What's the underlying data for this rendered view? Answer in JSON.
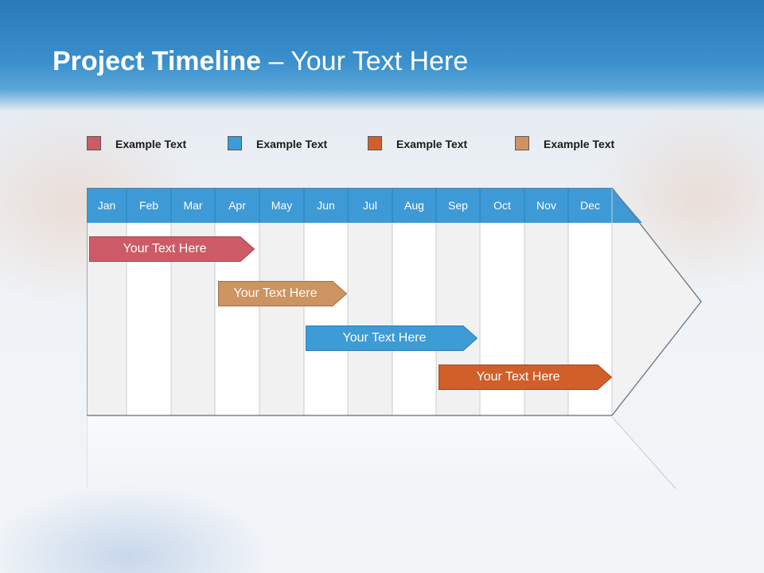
{
  "title": {
    "bold": "Project Timeline",
    "rest": " – Your Text Here"
  },
  "legend": [
    {
      "label": "Example Text",
      "color": "#cd5b66"
    },
    {
      "label": "Example Text",
      "color": "#3d9bd6"
    },
    {
      "label": "Example Text",
      "color": "#d05f2a"
    },
    {
      "label": "Example Text",
      "color": "#cd9360"
    }
  ],
  "months": [
    "Jan",
    "Feb",
    "Mar",
    "Apr",
    "May",
    "Jun",
    "Jul",
    "Aug",
    "Sep",
    "Oct",
    "Nov",
    "Dec"
  ],
  "colors": {
    "header_band": "#2f86c4",
    "month_bar": "#3e9ad6",
    "grid_shaded": "#f1f1f1",
    "grid_white": "#ffffff"
  },
  "tasks": [
    {
      "label": "Your  Text Here",
      "color": "#cd5b66",
      "border": "#a8454f"
    },
    {
      "label": "Your  Text Here",
      "color": "#cd9360",
      "border": "#a87048"
    },
    {
      "label": "Your  Text Here",
      "color": "#3d9bd6",
      "border": "#2b7db5"
    },
    {
      "label": "Your  Text Here",
      "color": "#d05f2a",
      "border": "#a8481c"
    }
  ]
}
